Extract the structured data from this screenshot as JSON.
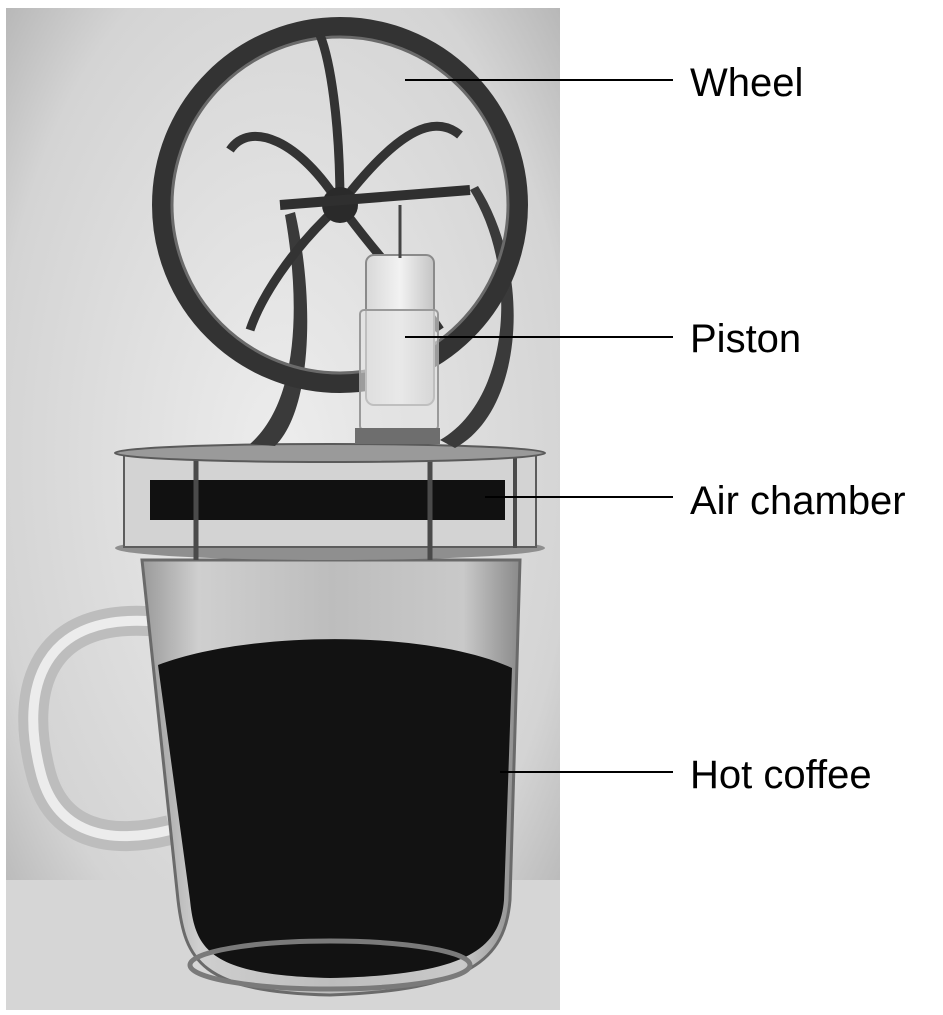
{
  "labels": {
    "wheel": "Wheel",
    "piston": "Piston",
    "air_chamber": "Air chamber",
    "hot_coffee": "Hot coffee"
  },
  "colors": {
    "background": "#ffffff",
    "photo_backdrop_light": "#e9e9e9",
    "photo_backdrop_dark": "#b9b9b9",
    "coffee": "#111111",
    "metal": "#3a3a3a",
    "leader_line": "#000000"
  }
}
